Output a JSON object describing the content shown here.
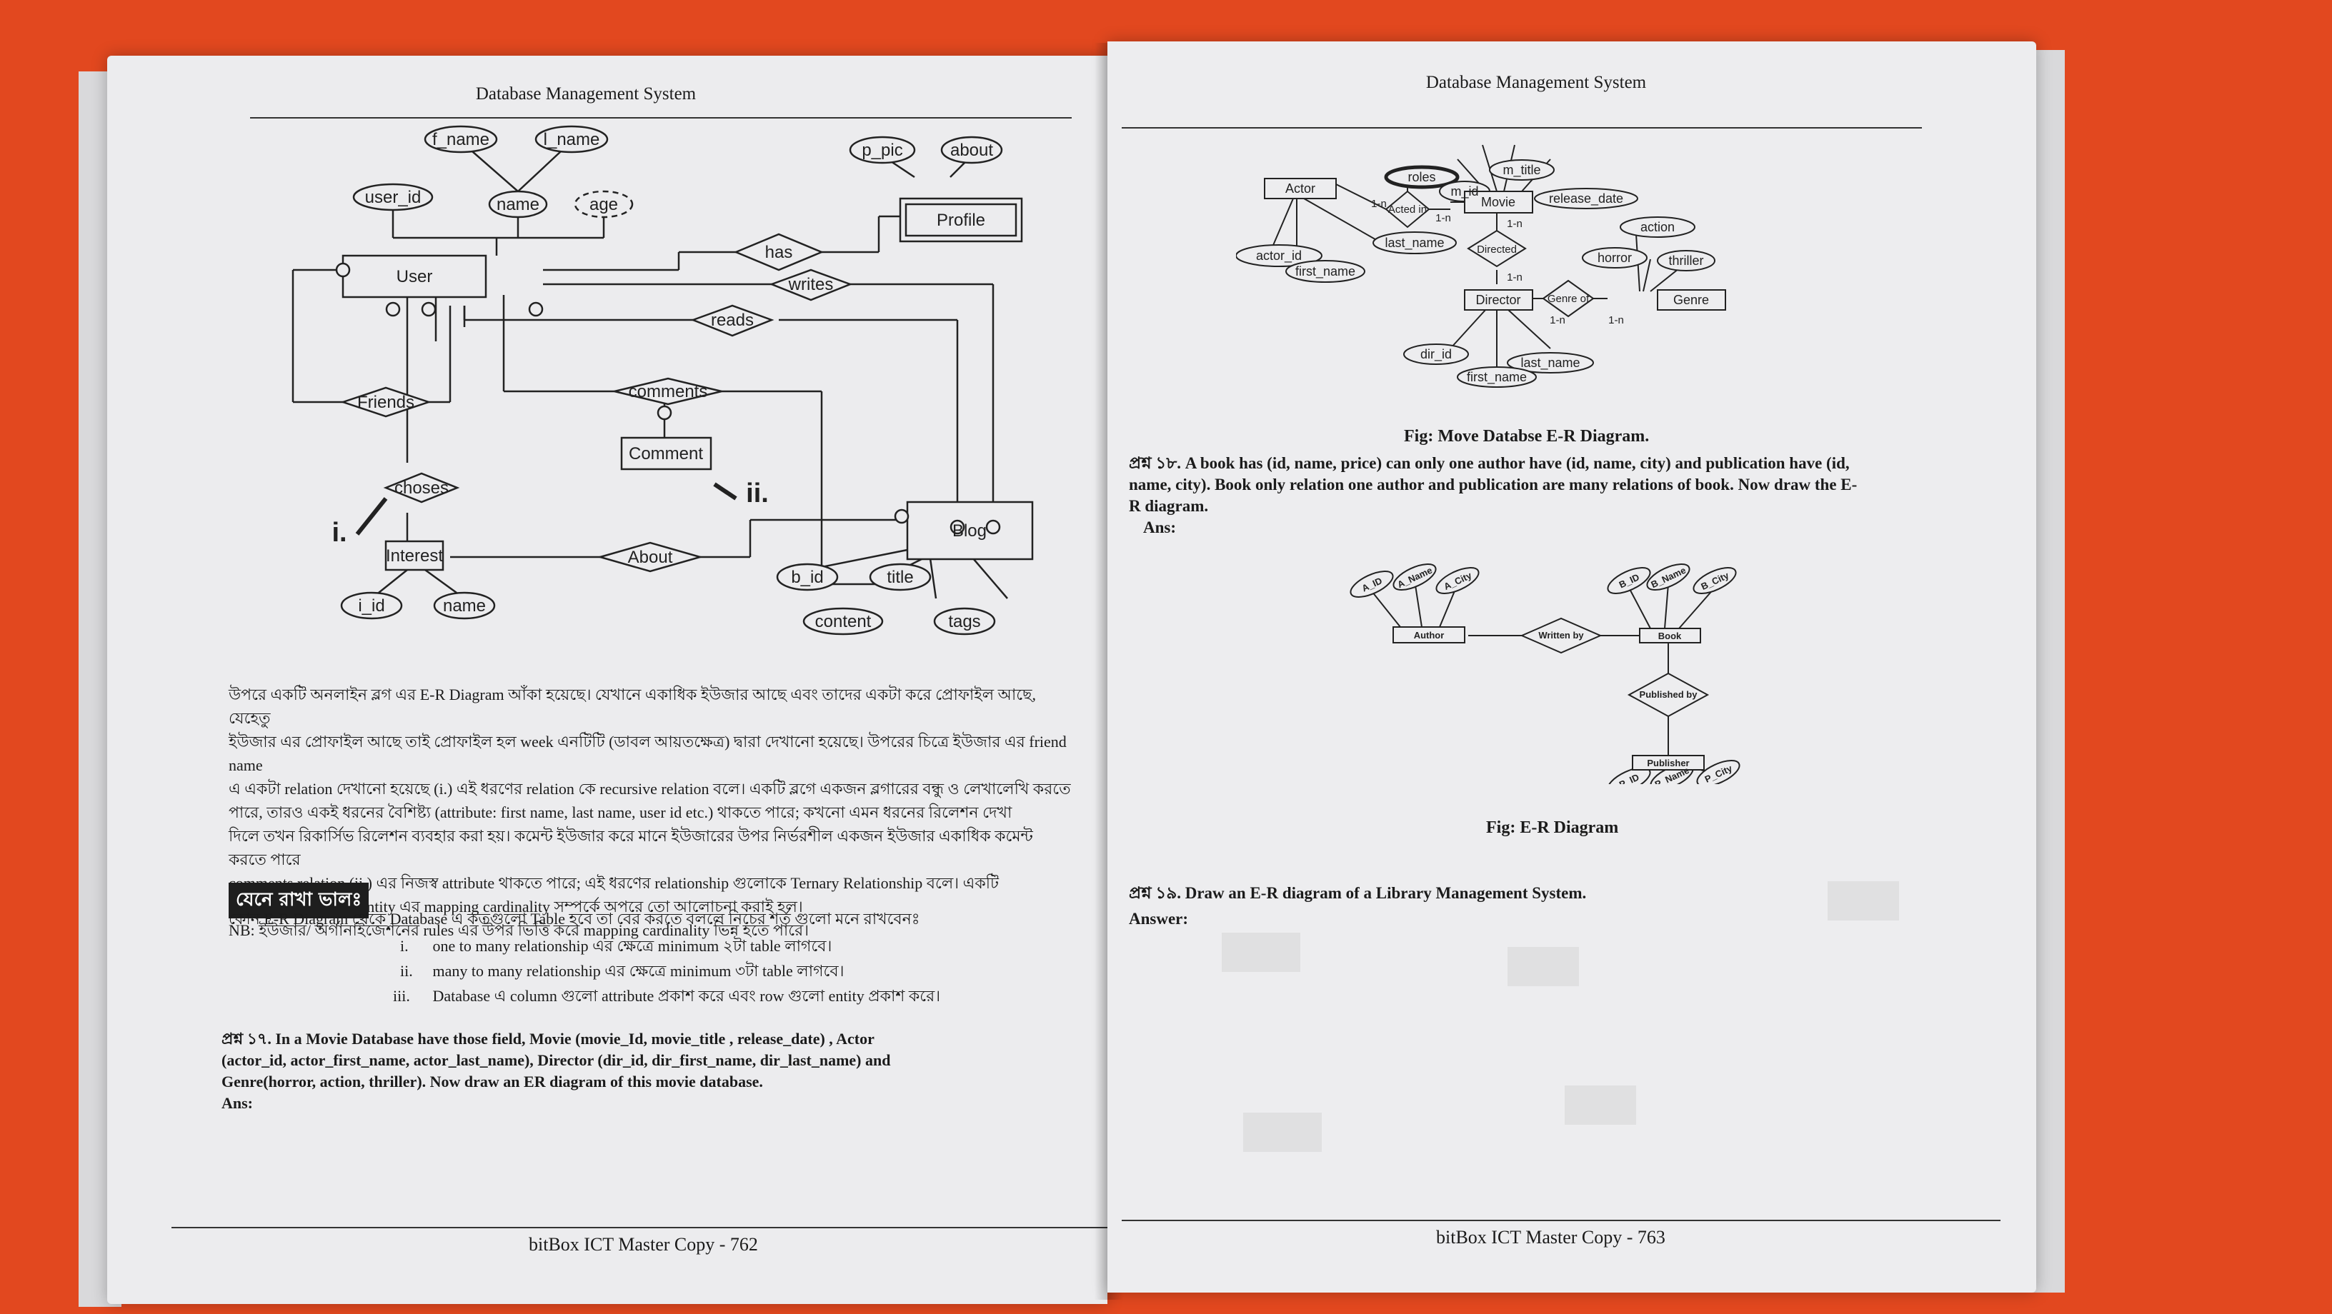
{
  "left_page": {
    "header": "Database Management System",
    "diagram": {
      "attributes": [
        "f_name",
        "l_name",
        "user_id",
        "name",
        "age",
        "p_pic",
        "about",
        "i_id",
        "name",
        "b_id",
        "title",
        "content",
        "tags"
      ],
      "entities": [
        "User",
        "Profile",
        "Comment",
        "Blog",
        "Interest"
      ],
      "relationships": [
        "has",
        "writes",
        "reads",
        "comments",
        "Friends",
        "choses",
        "About"
      ],
      "markers": [
        "i.",
        "ii."
      ]
    },
    "paragraph_lines": [
      "উপরে একটি অনলাইন ব্লগ এর E-R Diagram আঁকা হয়েছে। যেখানে একাধিক ইউজার আছে এবং তাদের একটা করে প্রোফাইল আছে, যেহেতু",
      "ইউজার এর প্রোফাইল আছে তাই প্রোফাইল হল week এনটিটি (ডাবল আয়তক্ষেত্র) দ্বারা দেখানো হয়েছে। উপরের চিত্রে ইউজার এর friend name",
      "এ একটা relation দেখানো হয়েছে (i.) এই ধরণের relation কে recursive relation বলে। একটি ব্লগে একজন ব্লগারের বন্ধু ও লেখালেখি করতে",
      "পারে, তারও একই ধরনের বৈশিষ্ট্য (attribute: first name, last name, user id etc.) থাকতে পারে; কখনো এমন ধরনের রিলেশন দেখা",
      "দিলে তখন রিকার্সিভ রিলেশন ব্যবহার করা হয়। কমেন্ট ইউজার করে মানে ইউজারের উপর নির্ভরশীল একজন ইউজার একাধিক কমেন্ট করতে পারে",
      "comments relation (ii.) এর নিজস্ব attribute থাকতে পারে; এই ধরণের relationship গুলোকে Ternary Relationship বলে। একটি",
      "entity এর সাথে অন্য entity এর mapping cardinality সম্পর্কে অপরে তো আলোচনা করাই হল।"
    ],
    "nb_line": "NB: ইউজার/ অর্গানাইজেশনের rules এর উপর ভিত্তি করে mapping cardinality ভিন্ন হতে পারে।",
    "remember_tag": "যেনে রাখা ভালঃ",
    "remember_intro": "কোন E-R Diagram থেকে Database এ কতগুলো Table হবে তা বের করতে বললে নিচের শর্ত গুলো মনে রাখবেনঃ",
    "remember_items": [
      {
        "num": "i.",
        "text": "one to many relationship এর ক্ষেত্রে minimum ২টা table লাগবে।"
      },
      {
        "num": "ii.",
        "text": "many to many relationship এর ক্ষেত্রে minimum ৩টা table লাগবে।"
      },
      {
        "num": "iii.",
        "text": "Database এ column গুলো attribute প্রকাশ করে এবং row গুলো entity প্রকাশ করে।"
      }
    ],
    "question_lines": [
      "প্রশ্ন ১৭. In a Movie Database have those field, Movie (movie_Id, movie_title ,    release_date) , Actor",
      "(actor_id, actor_first_name, actor_last_name), Director (dir_id, dir_first_name, dir_last_name) and",
      "Genre(horror, action, thriller). Now draw an ER diagram of this movie database."
    ],
    "ans_label": "Ans:",
    "footer": "bitBox ICT Master Copy - 762"
  },
  "right_page": {
    "header": "Database Management System",
    "movie_diagram": {
      "attributes": [
        "roles",
        "m_title",
        "m_id",
        "release_date",
        "actor_id",
        "last_name",
        "first_name",
        "action",
        "horror",
        "thriller",
        "dir_id",
        "last_name",
        "first_name"
      ],
      "entities": [
        "Actor",
        "Movie",
        "Director",
        "Genre"
      ],
      "relationships": [
        "Acted in",
        "Directed",
        "Genre of"
      ],
      "cardinalities": [
        "1-n",
        "1-n",
        "1-n",
        "1-n",
        "1-n",
        "1-n"
      ]
    },
    "fig1_caption": "Fig: Move Databse E-R Diagram.",
    "question_lines": [
      "প্রশ্ন ১৮. A book has (id, name, price) can only one author have (id, name, city) and publication have (id,",
      "name, city). Book only relation one author and publication are many relations of book.  Now draw the E-",
      "R diagram."
    ],
    "ans_label": "Ans:",
    "book_diagram": {
      "attributes": [
        "A_ID",
        "A_Name",
        "A_City",
        "B_ID",
        "B_Name",
        "B_City",
        "P_ID",
        "P_Name",
        "P_City"
      ],
      "entities": [
        "Author",
        "Book",
        "Publisher"
      ],
      "relationships": [
        "Written by",
        "Published by"
      ]
    },
    "fig2_caption": "Fig: E-R Diagram",
    "q19": "প্রশ্ন ১৯. Draw an E-R diagram of a Library Management System.",
    "answer_label": "Answer:",
    "footer": "bitBox ICT Master Copy - 763"
  }
}
